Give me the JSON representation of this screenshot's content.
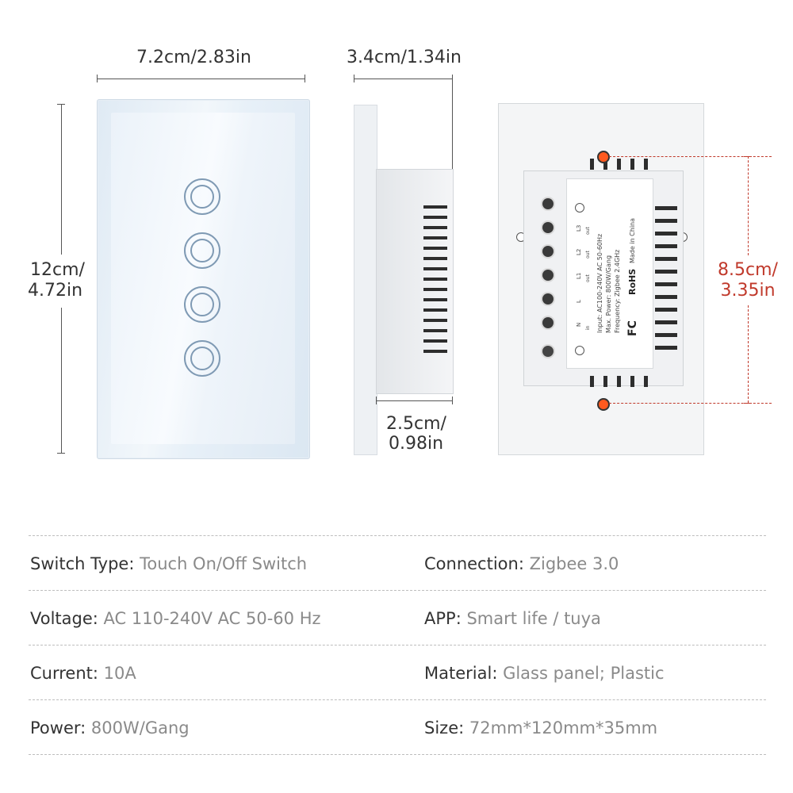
{
  "dimensions": {
    "front_width": "7.2cm/2.83in",
    "front_height_line1": "12cm/",
    "front_height_line2": "4.72in",
    "side_depth": "3.4cm/1.34in",
    "side_body_line1": "2.5cm/",
    "side_body_line2": "0.98in",
    "mount_spacing_line1": "8.5cm/",
    "mount_spacing_line2": "3.35in"
  },
  "back_label": {
    "line1": "Input: AC100-240V AC 50-60Hz",
    "line2": "Max. Power: 800W/Gang",
    "line3": "Frequency: Zigbee 2.4GHz",
    "cert1": "RoHS",
    "cert2": "FC",
    "made_in": "Made in China",
    "terminals": [
      "N",
      "L",
      "L1",
      "L2",
      "L3"
    ],
    "sub_labels": [
      "in",
      "out",
      "out",
      "out"
    ]
  },
  "colors": {
    "accent_red": "#c0392b",
    "marker_orange": "#ff5a1f"
  },
  "specs": [
    {
      "key": "Switch Type:",
      "value": "Touch On/Off Switch"
    },
    {
      "key": "Connection:",
      "value": "Zigbee 3.0"
    },
    {
      "key": "Voltage:",
      "value": "AC 110-240V AC 50-60 Hz"
    },
    {
      "key": "APP:",
      "value": "Smart life / tuya"
    },
    {
      "key": "Current:",
      "value": "10A"
    },
    {
      "key": "Material:",
      "value": "Glass panel; Plastic"
    },
    {
      "key": "Power:",
      "value": "800W/Gang"
    },
    {
      "key": "Size:",
      "value": "72mm*120mm*35mm"
    }
  ]
}
